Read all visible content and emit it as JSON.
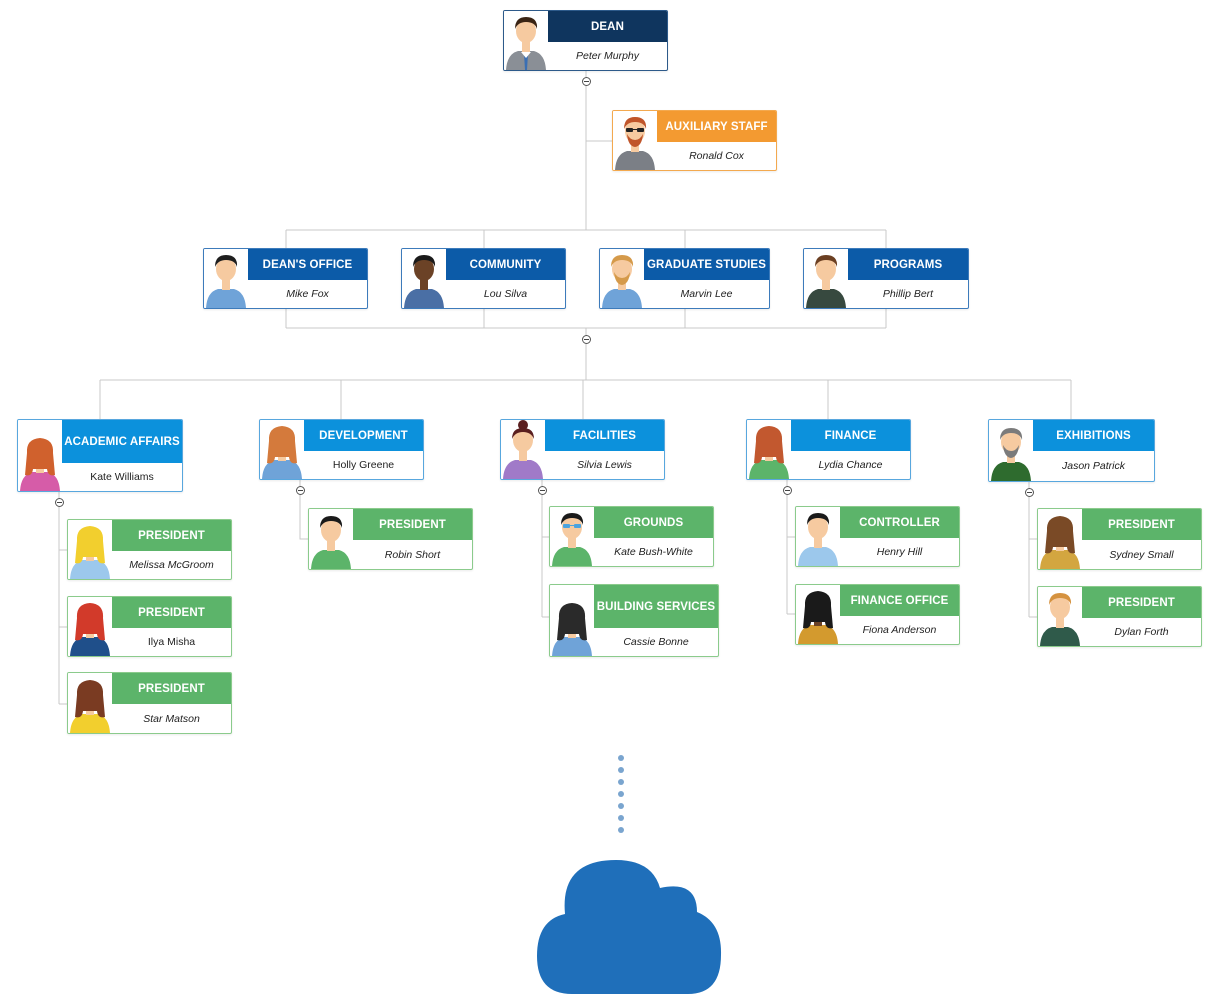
{
  "colors": {
    "dean": "#0f355e",
    "auxiliary": "#f39a31",
    "office": "#0c5ba8",
    "department": "#0c91dc",
    "role": "#5cb46a",
    "connector": "#c9c9c9",
    "cloud": "#1f6fba",
    "dots": "#7aa5cf"
  },
  "dean": {
    "title": "DEAN",
    "name": "Peter Murphy"
  },
  "auxiliary": {
    "title": "AUXILIARY STAFF",
    "name": "Ronald Cox"
  },
  "offices": [
    {
      "title": "DEAN'S OFFICE",
      "name": "Mike Fox"
    },
    {
      "title": "COMMUNITY",
      "name": "Lou Silva"
    },
    {
      "title": "GRADUATE STUDIES",
      "name": "Marvin Lee"
    },
    {
      "title": "PROGRAMS",
      "name": "Phillip Bert"
    }
  ],
  "departments": [
    {
      "title": "ACADEMIC AFFAIRS",
      "name": "Kate Williams",
      "children": [
        {
          "title": "PRESIDENT",
          "name": "Melissa McGroom"
        },
        {
          "title": "PRESIDENT",
          "name": "Ilya Misha"
        },
        {
          "title": "PRESIDENT",
          "name": "Star Matson"
        }
      ]
    },
    {
      "title": "DEVELOPMENT",
      "name": "Holly Greene",
      "children": [
        {
          "title": "PRESIDENT",
          "name": "Robin Short"
        }
      ]
    },
    {
      "title": "FACILITIES",
      "name": "Silvia Lewis",
      "children": [
        {
          "title": "GROUNDS",
          "name": "Kate Bush-White"
        },
        {
          "title": "BUILDING SERVICES",
          "name": "Cassie Bonne"
        }
      ]
    },
    {
      "title": "FINANCE",
      "name": "Lydia Chance",
      "children": [
        {
          "title": "CONTROLLER",
          "name": "Henry Hill"
        },
        {
          "title": "FINANCE OFFICE",
          "name": "Fiona Anderson"
        }
      ]
    },
    {
      "title": "EXHIBITIONS",
      "name": "Jason Patrick",
      "children": [
        {
          "title": "PRESIDENT",
          "name": "Sydney Small"
        },
        {
          "title": "PRESIDENT",
          "name": "Dylan Forth"
        }
      ]
    }
  ]
}
